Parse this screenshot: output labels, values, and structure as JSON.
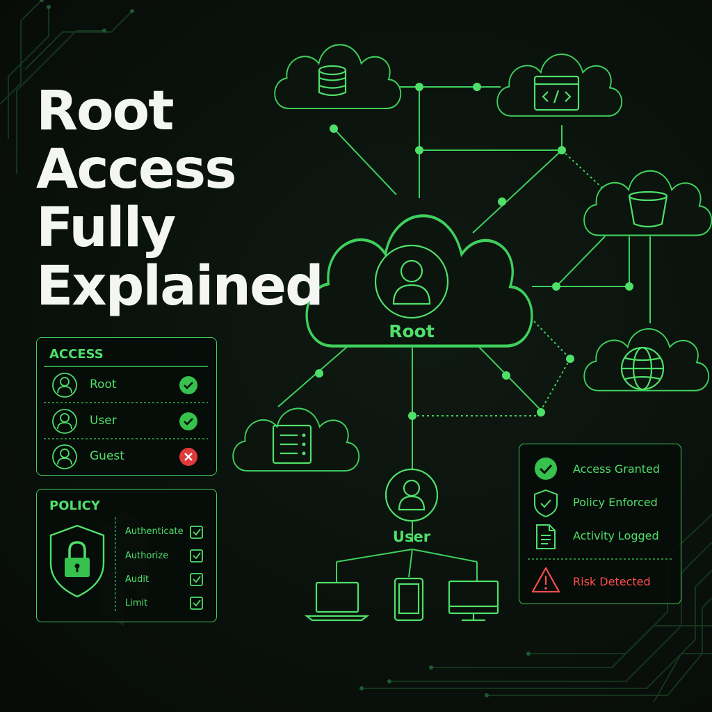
{
  "title": {
    "lines": [
      "Root",
      "Access",
      "Fully",
      "Explained"
    ]
  },
  "diagram": {
    "root_label": "Root",
    "user_label": "User",
    "clouds": [
      {
        "name": "database",
        "icon": "database-icon"
      },
      {
        "name": "code",
        "icon": "code-window-icon"
      },
      {
        "name": "storage-bucket",
        "icon": "bucket-icon"
      },
      {
        "name": "web",
        "icon": "globe-icon"
      },
      {
        "name": "server",
        "icon": "server-list-icon"
      }
    ],
    "devices": [
      {
        "name": "laptop",
        "icon": "laptop-icon"
      },
      {
        "name": "tablet",
        "icon": "tablet-icon"
      },
      {
        "name": "desktop",
        "icon": "monitor-icon"
      }
    ]
  },
  "access_panel": {
    "heading": "ACCESS",
    "rows": [
      {
        "label": "Root",
        "status": "allowed",
        "status_icon": "check-circle-icon"
      },
      {
        "label": "User",
        "status": "allowed",
        "status_icon": "check-circle-icon"
      },
      {
        "label": "Guest",
        "status": "denied",
        "status_icon": "x-circle-icon"
      }
    ]
  },
  "policy_panel": {
    "heading": "POLICY",
    "items": [
      "Authenticate",
      "Authorize",
      "Audit",
      "Limit"
    ]
  },
  "status_panel": {
    "items": [
      {
        "label": "Access Granted",
        "icon": "check-circle-icon",
        "tone": "ok"
      },
      {
        "label": "Policy Enforced",
        "icon": "shield-check-icon",
        "tone": "ok"
      },
      {
        "label": "Activity Logged",
        "icon": "document-icon",
        "tone": "ok"
      }
    ],
    "alert": {
      "label": "Risk Detected",
      "icon": "warning-triangle-icon",
      "tone": "danger"
    }
  },
  "colors": {
    "accent": "#4fe06a",
    "line": "#3fcf5c",
    "background": "#0a0f0b",
    "title": "#f4f6f4",
    "danger": "#ff4d4d",
    "deny": "#e03a3a"
  }
}
